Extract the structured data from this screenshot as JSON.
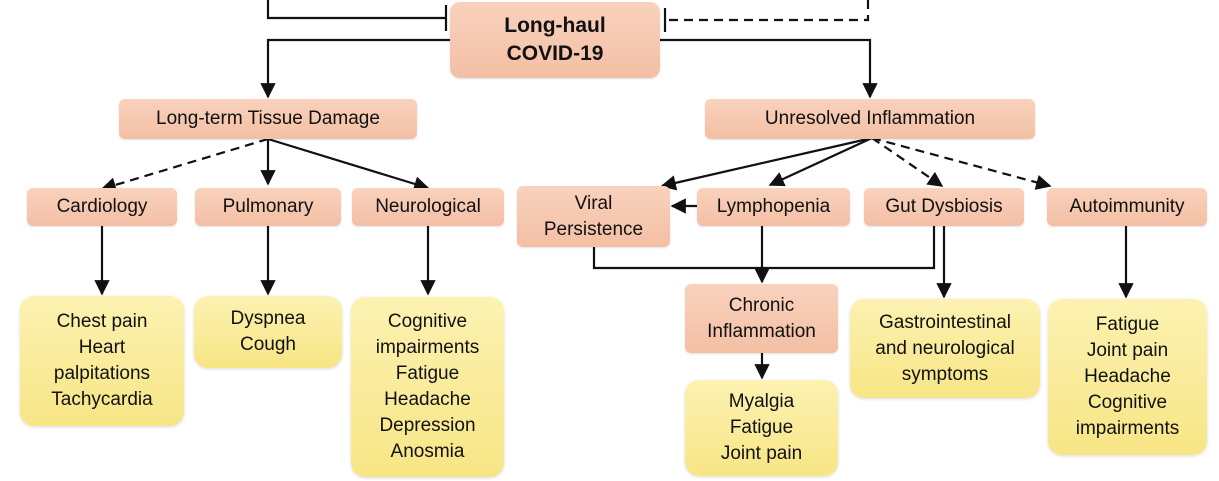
{
  "root": "Long-haul\nCOVID-19",
  "branches": {
    "tissue_damage": "Long-term Tissue Damage",
    "inflammation": "Unresolved Inflammation"
  },
  "categories": {
    "cardiology": "Cardiology",
    "pulmonary": "Pulmonary",
    "neurological": "Neurological",
    "viral_persistence": "Viral\nPersistence",
    "lymphopenia": "Lymphopenia",
    "gut_dysbiosis": "Gut Dysbiosis",
    "autoimmunity": "Autoimmunity",
    "chronic_inflammation": "Chronic\nInflammation"
  },
  "symptoms": {
    "cardiology": "Chest pain\nHeart\npalpitations\nTachycardia",
    "pulmonary": "Dyspnea\nCough",
    "neurological": "Cognitive\nimpairments\nFatigue\nHeadache\nDepression\nAnosmia",
    "chronic_inflammation": "Myalgia\nFatigue\nJoint pain",
    "gut_dysbiosis": "Gastrointestinal\nand neurological\nsymptoms",
    "autoimmunity": "Fatigue\nJoint pain\nHeadache\nCognitive\nimpairments"
  },
  "colors": {
    "node_fill": "#f5c6ad",
    "symptom_fill": "#f9ea9a",
    "line": "#111111"
  }
}
